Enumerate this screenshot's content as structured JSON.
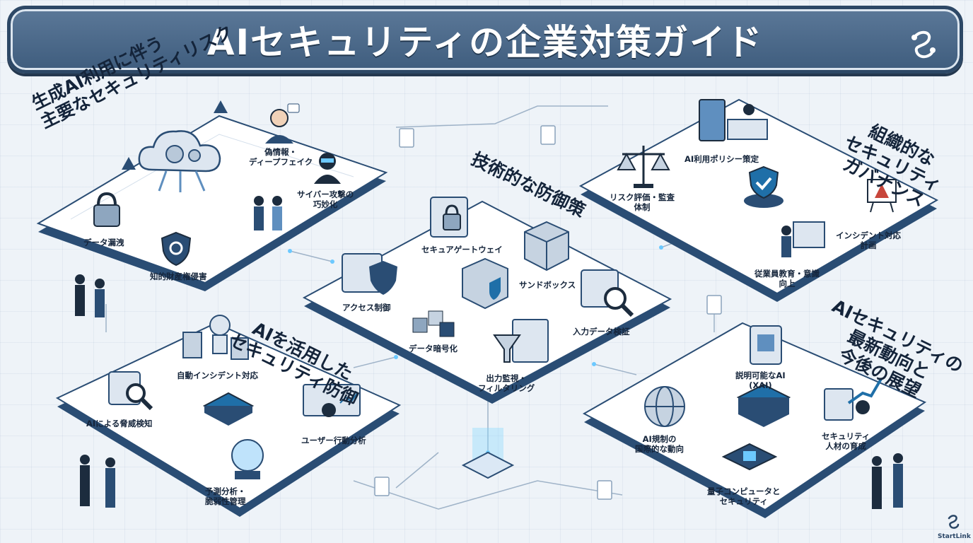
{
  "title": "AIセキュリティの企業対策ガイド",
  "brand": {
    "name": "StartLink",
    "icon": "startlink-logo"
  },
  "colors": {
    "title_bar": "#4a6889",
    "accent": "#1f6fa8",
    "platform_edge": "#2a4d74",
    "glow": "#7fd6ff"
  },
  "sections": {
    "risks": {
      "title": "生成AI利用に伴う\n主要なセキュリティリスク",
      "items": [
        {
          "label": "偽情報・\nディープフェイク",
          "icon": "person-with-chat-icon"
        },
        {
          "label": "サイバー攻撃の\n巧妙化",
          "icon": "hacker-icon"
        },
        {
          "label": "データ漏洩",
          "icon": "padlock-folder-icon"
        },
        {
          "label": "知的財産権侵害",
          "icon": "shield-icon"
        }
      ]
    },
    "defense": {
      "title": "技術的な防御策",
      "items": [
        {
          "label": "セキュアゲートウェイ",
          "icon": "gateway-lock-icon"
        },
        {
          "label": "サンドボックス",
          "icon": "sandbox-cube-icon"
        },
        {
          "label": "アクセス制御",
          "icon": "access-shield-icon"
        },
        {
          "label": "入力データ検証",
          "icon": "magnifier-icon"
        },
        {
          "label": "データ暗号化",
          "icon": "encrypted-cubes-icon"
        },
        {
          "label": "出力監視・\nフィルタリング",
          "icon": "funnel-icon"
        }
      ]
    },
    "governance": {
      "title": "組織的な\nセキュリティ\nガバナンス",
      "items": [
        {
          "label": "AI利用ポリシー策定",
          "icon": "policy-book-icon"
        },
        {
          "label": "リスク評価・監査\n体制",
          "icon": "scales-icon"
        },
        {
          "label": "インシデント対応\n計画",
          "icon": "warning-board-icon"
        },
        {
          "label": "従業員教育・意識\n向上",
          "icon": "training-icon"
        }
      ]
    },
    "ai_security": {
      "title": "AIを活用した\nセキュリティ防御",
      "items": [
        {
          "label": "自動インシデント対応",
          "icon": "robot-icon"
        },
        {
          "label": "AIによる脅威検知",
          "icon": "threat-scan-icon"
        },
        {
          "label": "ユーザー行動分析",
          "icon": "user-analytics-icon"
        },
        {
          "label": "予測分析・\n脆弱性管理",
          "icon": "crystal-ball-icon"
        }
      ]
    },
    "trends": {
      "title": "AIセキュリティの\n最新動向と\n今後の展望",
      "items": [
        {
          "label": "説明可能なAI\n(XAI)",
          "icon": "ai-chip-icon"
        },
        {
          "label": "AI規制の\n国際的な動向",
          "icon": "globe-icon"
        },
        {
          "label": "セキュリティ\n人材の育成",
          "icon": "graduate-chart-icon"
        },
        {
          "label": "量子コンピュータと\nセキュリティ",
          "icon": "quantum-chip-icon"
        }
      ]
    }
  }
}
